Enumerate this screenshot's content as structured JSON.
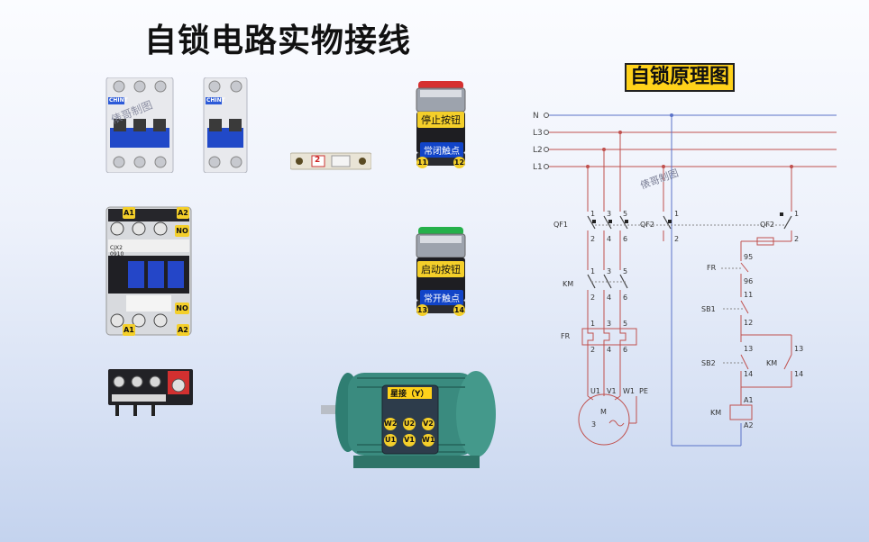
{
  "title": "自锁电路实物接线",
  "schematic_title": "自锁原理图",
  "watermark": "俵哥制图",
  "breaker3p": {
    "brand": "CHINT"
  },
  "breaker2p": {
    "brand": "CHINT"
  },
  "stop_button": {
    "label": "停止按钮",
    "contact": "常闭触点",
    "term_left": "11",
    "term_right": "12"
  },
  "start_button": {
    "label": "启动按钮",
    "contact": "常开触点",
    "term_left": "13",
    "term_right": "14"
  },
  "contactor": {
    "model": "CJX2\n0910",
    "a1": "A1",
    "a2": "A2",
    "no": "NO"
  },
  "fuse": {
    "text": "2"
  },
  "motor": {
    "label": "星接（Y）",
    "terms_top": [
      "W2",
      "U2",
      "V2"
    ],
    "terms_bottom": [
      "U1",
      "V1",
      "W1"
    ]
  },
  "schematic": {
    "lines": [
      "L1",
      "L2",
      "L3",
      "N"
    ],
    "qf1": "QF1",
    "qf2": "QF2",
    "km": "KM",
    "fr": "FR",
    "sb1": "SB1",
    "sb2": "SB2",
    "n1": "1",
    "n2": "2",
    "n3": "3",
    "n4": "4",
    "n5": "5",
    "n6": "6",
    "n11": "11",
    "n12": "12",
    "n13": "13",
    "n14": "14",
    "n95": "95",
    "n96": "96",
    "a1": "A1",
    "a2": "A2",
    "u1": "U1",
    "v1": "V1",
    "w1": "W1",
    "pe": "PE",
    "m": "M",
    "m3": "3"
  }
}
